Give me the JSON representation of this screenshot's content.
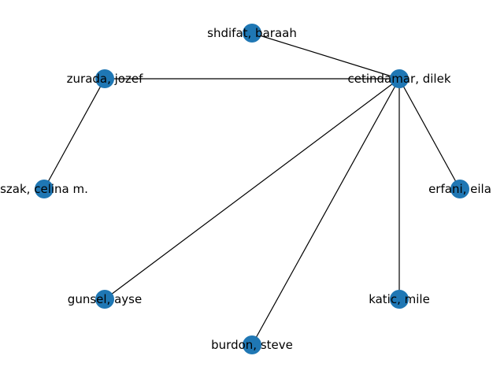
{
  "graph": {
    "node_color": "#1f77b4",
    "edge_color": "#000000",
    "label_color": "#000000",
    "nodes": [
      {
        "id": "cetindamar",
        "label": "cetindamar, dilek"
      },
      {
        "id": "shdifat",
        "label": "shdifat, baraah"
      },
      {
        "id": "zurada",
        "label": "zurada, jozef"
      },
      {
        "id": "szak",
        "label": "szak, celina m."
      },
      {
        "id": "erfani",
        "label": "erfani, eila"
      },
      {
        "id": "gunsel",
        "label": "gunsel, ayse"
      },
      {
        "id": "katic",
        "label": "katic, mile"
      },
      {
        "id": "burdon",
        "label": "burdon, steve"
      }
    ],
    "edges": [
      {
        "source": "shdifat",
        "target": "cetindamar"
      },
      {
        "source": "zurada",
        "target": "cetindamar"
      },
      {
        "source": "zurada",
        "target": "szak"
      },
      {
        "source": "cetindamar",
        "target": "erfani"
      },
      {
        "source": "cetindamar",
        "target": "gunsel"
      },
      {
        "source": "cetindamar",
        "target": "burdon"
      },
      {
        "source": "cetindamar",
        "target": "katic"
      }
    ]
  }
}
